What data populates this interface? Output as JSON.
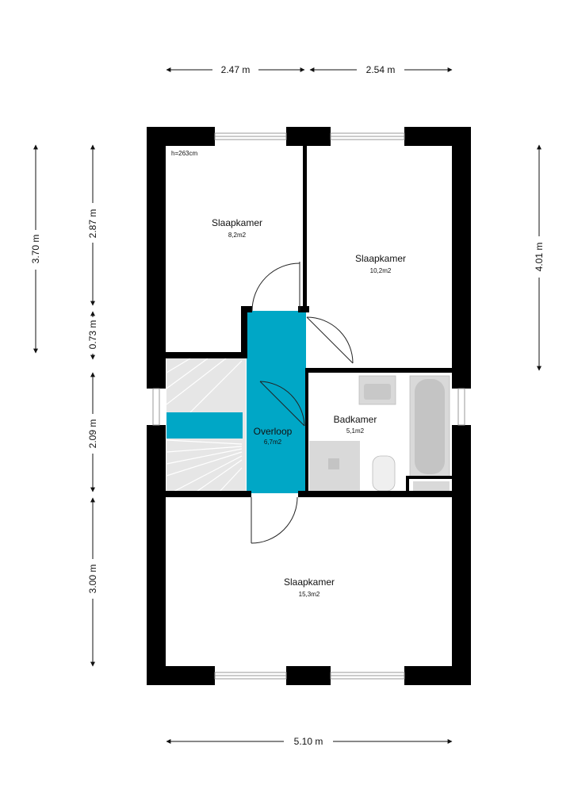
{
  "dimensions": {
    "top_left": "2.47 m",
    "top_right": "2.54 m",
    "bottom": "5.10 m",
    "left_outer": "3.70 m",
    "left_a": "2.87 m",
    "left_b": "0.73 m",
    "left_c": "2.09 m",
    "left_d": "3.00 m",
    "right": "4.01 m"
  },
  "ceiling_height": "h=263cm",
  "rooms": {
    "bedroom_top_left": {
      "name": "Slaapkamer",
      "area": "8,2m2"
    },
    "bedroom_top_right": {
      "name": "Slaapkamer",
      "area": "10,2m2"
    },
    "bathroom": {
      "name": "Badkamer",
      "area": "5,1m2"
    },
    "landing": {
      "name": "Overloop",
      "area": "6,7m2"
    },
    "bedroom_bottom": {
      "name": "Slaapkamer",
      "area": "15,3m2"
    }
  },
  "colors": {
    "wall": "#000000",
    "highlight": "#00a7c6",
    "stairs": "#e6e6e6",
    "fixtures": "#d9d9d9"
  }
}
